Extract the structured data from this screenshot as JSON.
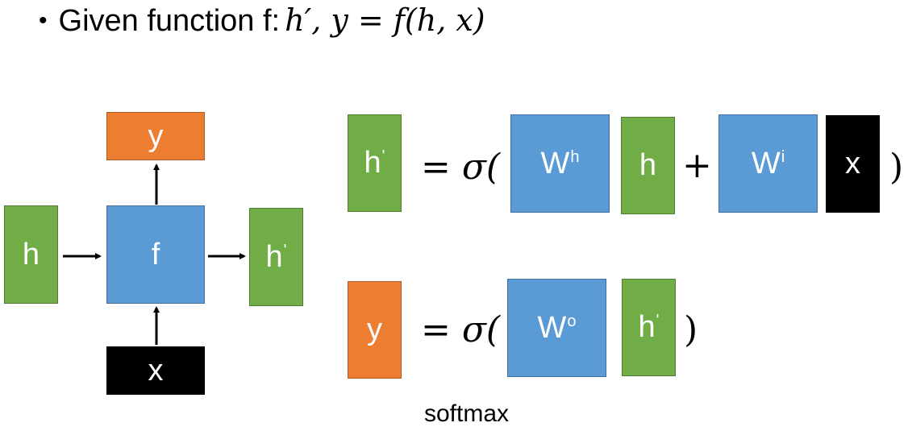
{
  "title": {
    "bullet": "•",
    "text": "Given function f:",
    "formula": "h′, y = f(h, x)"
  },
  "diagram": {
    "input_h": {
      "label": "h",
      "superscript": ""
    },
    "function_f": {
      "label": "f"
    },
    "output_h": {
      "label": "h",
      "superscript": "'"
    },
    "output_y": {
      "label": "y"
    },
    "input_x": {
      "label": "x"
    }
  },
  "equation1": {
    "lhs": {
      "label": "h",
      "superscript": "'"
    },
    "equals_sigma": "= σ(",
    "w_h": {
      "label": "W",
      "superscript": "h"
    },
    "h": {
      "label": "h"
    },
    "plus": "+",
    "w_i": {
      "label": "W",
      "superscript": "i"
    },
    "x": {
      "label": "x"
    },
    "close": ")"
  },
  "equation2": {
    "lhs": {
      "label": "y"
    },
    "equals_sigma": "= σ(",
    "w_o": {
      "label": "W",
      "superscript": "o"
    },
    "h_prime": {
      "label": "h",
      "superscript": "'"
    },
    "close": ")"
  },
  "softmax_label": "softmax",
  "colors": {
    "green": "#70ad47",
    "blue": "#5b9bd5",
    "orange": "#ed7d31",
    "black": "#000000"
  }
}
